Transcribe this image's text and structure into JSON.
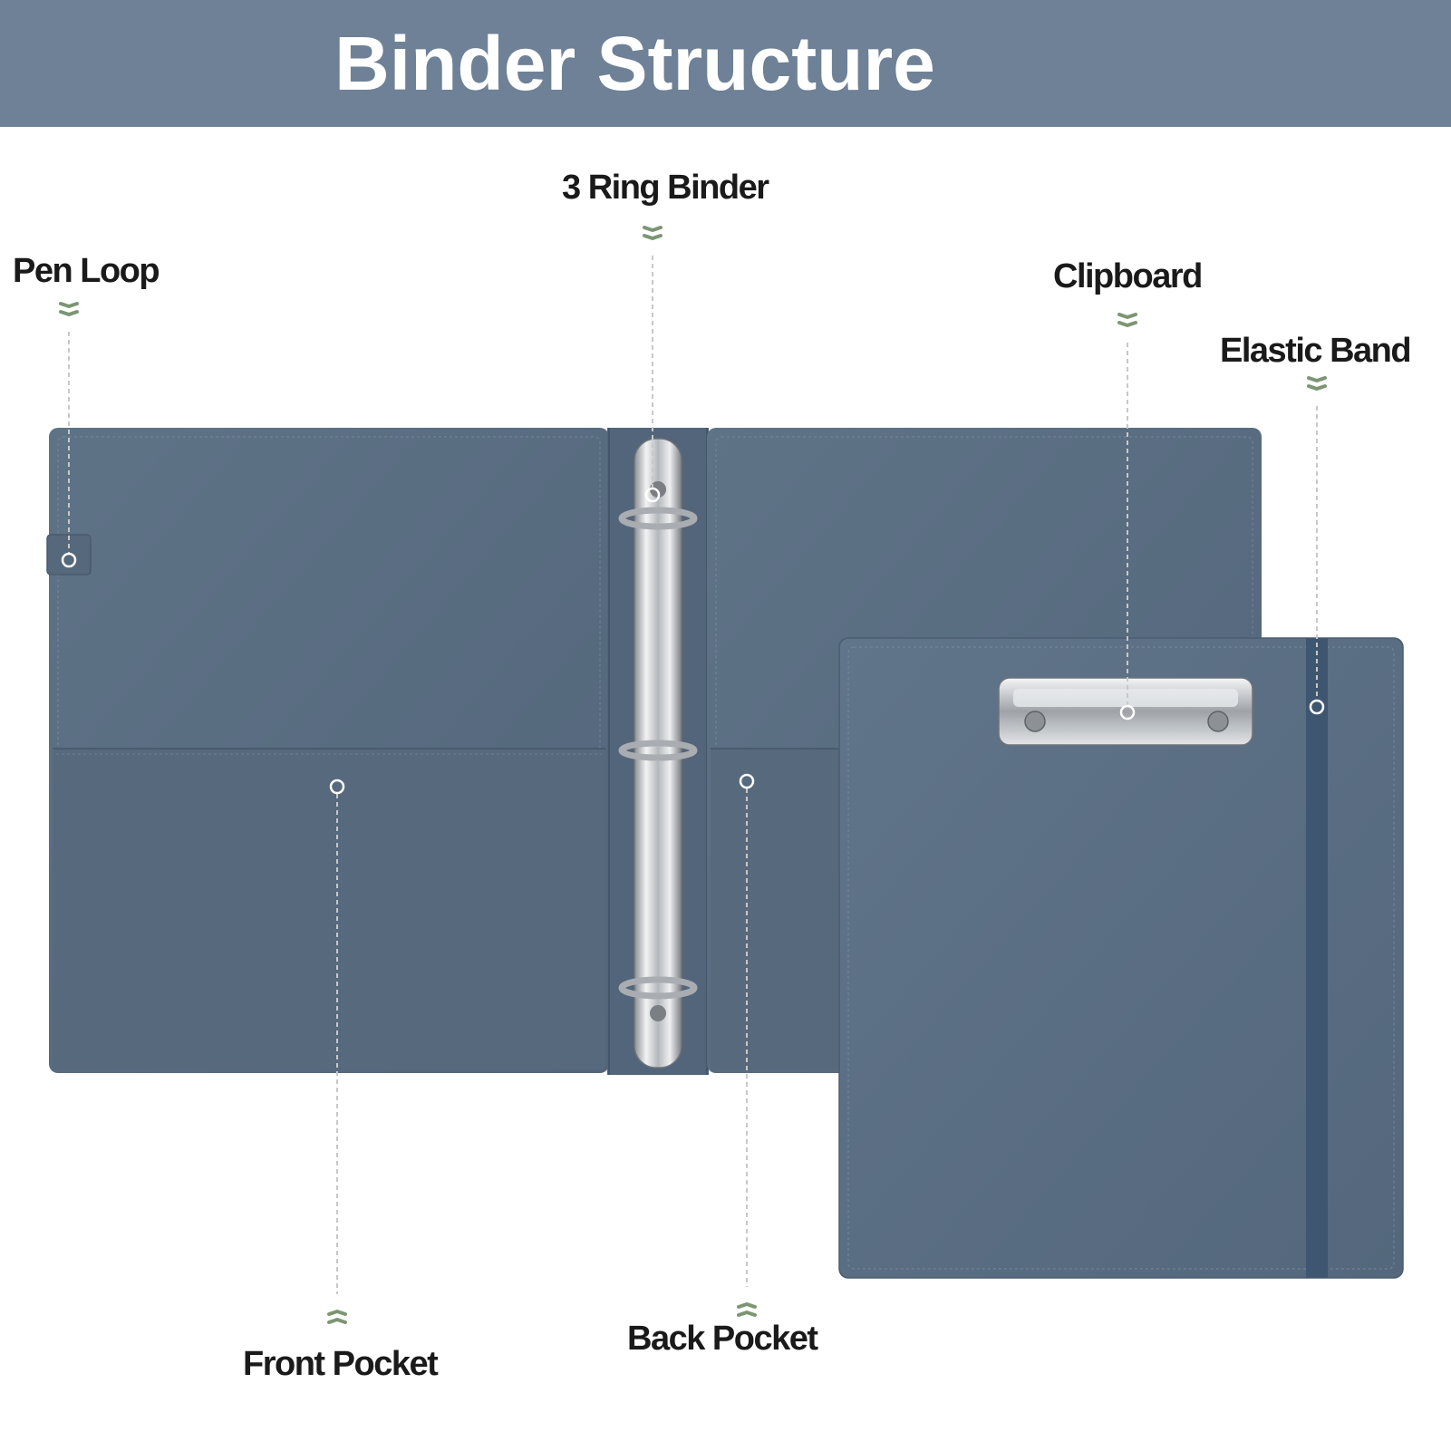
{
  "header": {
    "title": "Binder Structure"
  },
  "colors": {
    "header_band": "#6e8196",
    "binder_fabric": "#5a6d80",
    "binder_fabric_dark": "#4e6073",
    "clipboard_fabric": "#5d7186",
    "elastic_band": "#3f5670",
    "chrome": "#c9ccd0",
    "callout_arrow": "#7c9673",
    "callout_line": "#c8c8c8",
    "label_text": "#1a1a1a"
  },
  "callouts": {
    "ring_binder": "3 Ring Binder",
    "pen_loop": "Pen Loop",
    "clipboard": "Clipboard",
    "elastic_band": "Elastic Band",
    "front_pocket": "Front Pocket",
    "back_pocket": "Back Pocket"
  },
  "icons": {
    "up_arrow": "double-chevron-up-icon",
    "down_arrow": "double-chevron-down-icon",
    "marker": "ring-marker-icon"
  }
}
